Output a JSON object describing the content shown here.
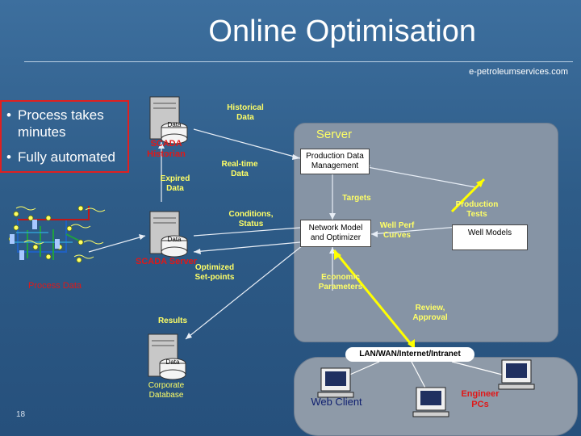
{
  "title": "Online Optimisation",
  "site": "e-petroleumservices.com",
  "bullets": [
    "Process takes minutes",
    "Fully automated"
  ],
  "bullet_glyph": "•",
  "server": {
    "title": "Server",
    "production_data_management": "Production Data Management",
    "network_model": "Network Model and Optimizer",
    "well_models": "Well Models",
    "targets": "Targets",
    "production_tests": "Production Tests",
    "well_perf_curves": "Well Perf Curves",
    "economic_parameters": "Economic Parameters"
  },
  "labels": {
    "historical_data": "Historical Data",
    "realtime_data": "Real-time Data",
    "expired_data": "Expired Data",
    "conditions_status": "Conditions, Status",
    "optimized_setpoints": "Optimized Set-points",
    "results": "Results",
    "review_approval": "Review, Approval",
    "process_data": "Process Data"
  },
  "databases": {
    "historian": "SCADA Historian",
    "scada_server": "SCADA Server",
    "corporate": "Corporate Database",
    "drum_label": "Data"
  },
  "network": {
    "lan": "LAN/WAN/Internet/Intranet",
    "web_client": "Web Client",
    "engineer_pcs": "Engineer PCs"
  },
  "page_number": "18",
  "colors": {
    "background": "#2e5c88",
    "yellow_label": "#ffff66",
    "red_label": "#e01818",
    "server_box": "#8694a5",
    "arrow": "#ffff00"
  }
}
